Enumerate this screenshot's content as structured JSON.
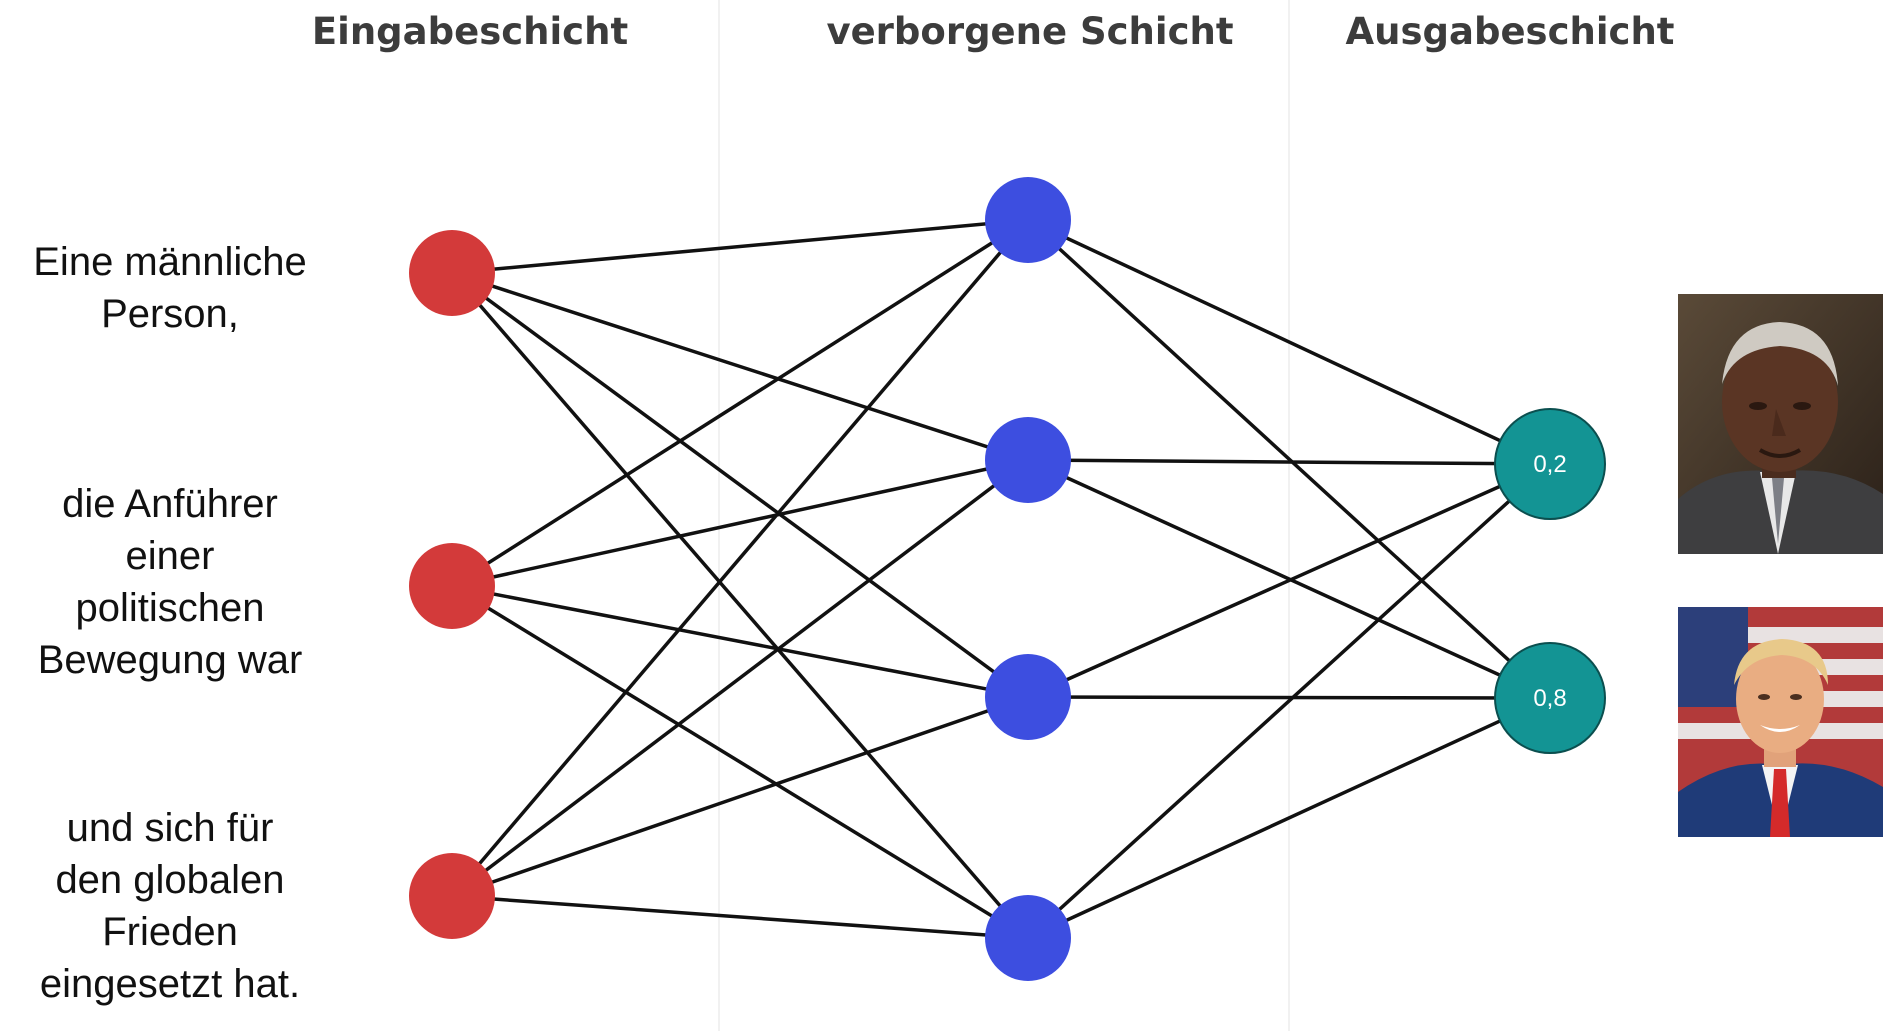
{
  "layers": {
    "input_title": "Eingabeschicht",
    "hidden_title": "verborgene Schicht",
    "output_title": "Ausgabeschicht"
  },
  "input_texts": [
    "Eine männliche\nPerson,",
    "die Anführer\neiner\npolitischen\nBewegung war",
    "und sich für\nden globalen\nFrieden\neingesetzt hat."
  ],
  "nodes": {
    "input_count": 3,
    "hidden_count": 4,
    "output_count": 2
  },
  "output_values": [
    "0,2",
    "0,8"
  ],
  "colors": {
    "input_node": "#d33a3a",
    "hidden_node": "#3d4ee0",
    "output_node": "#139494",
    "edge": "#111111",
    "title": "#3c3c3c"
  },
  "portraits": [
    {
      "name": "elderly-man-grey-suit-portrait"
    },
    {
      "name": "man-blue-suit-red-tie-flag-portrait"
    }
  ]
}
